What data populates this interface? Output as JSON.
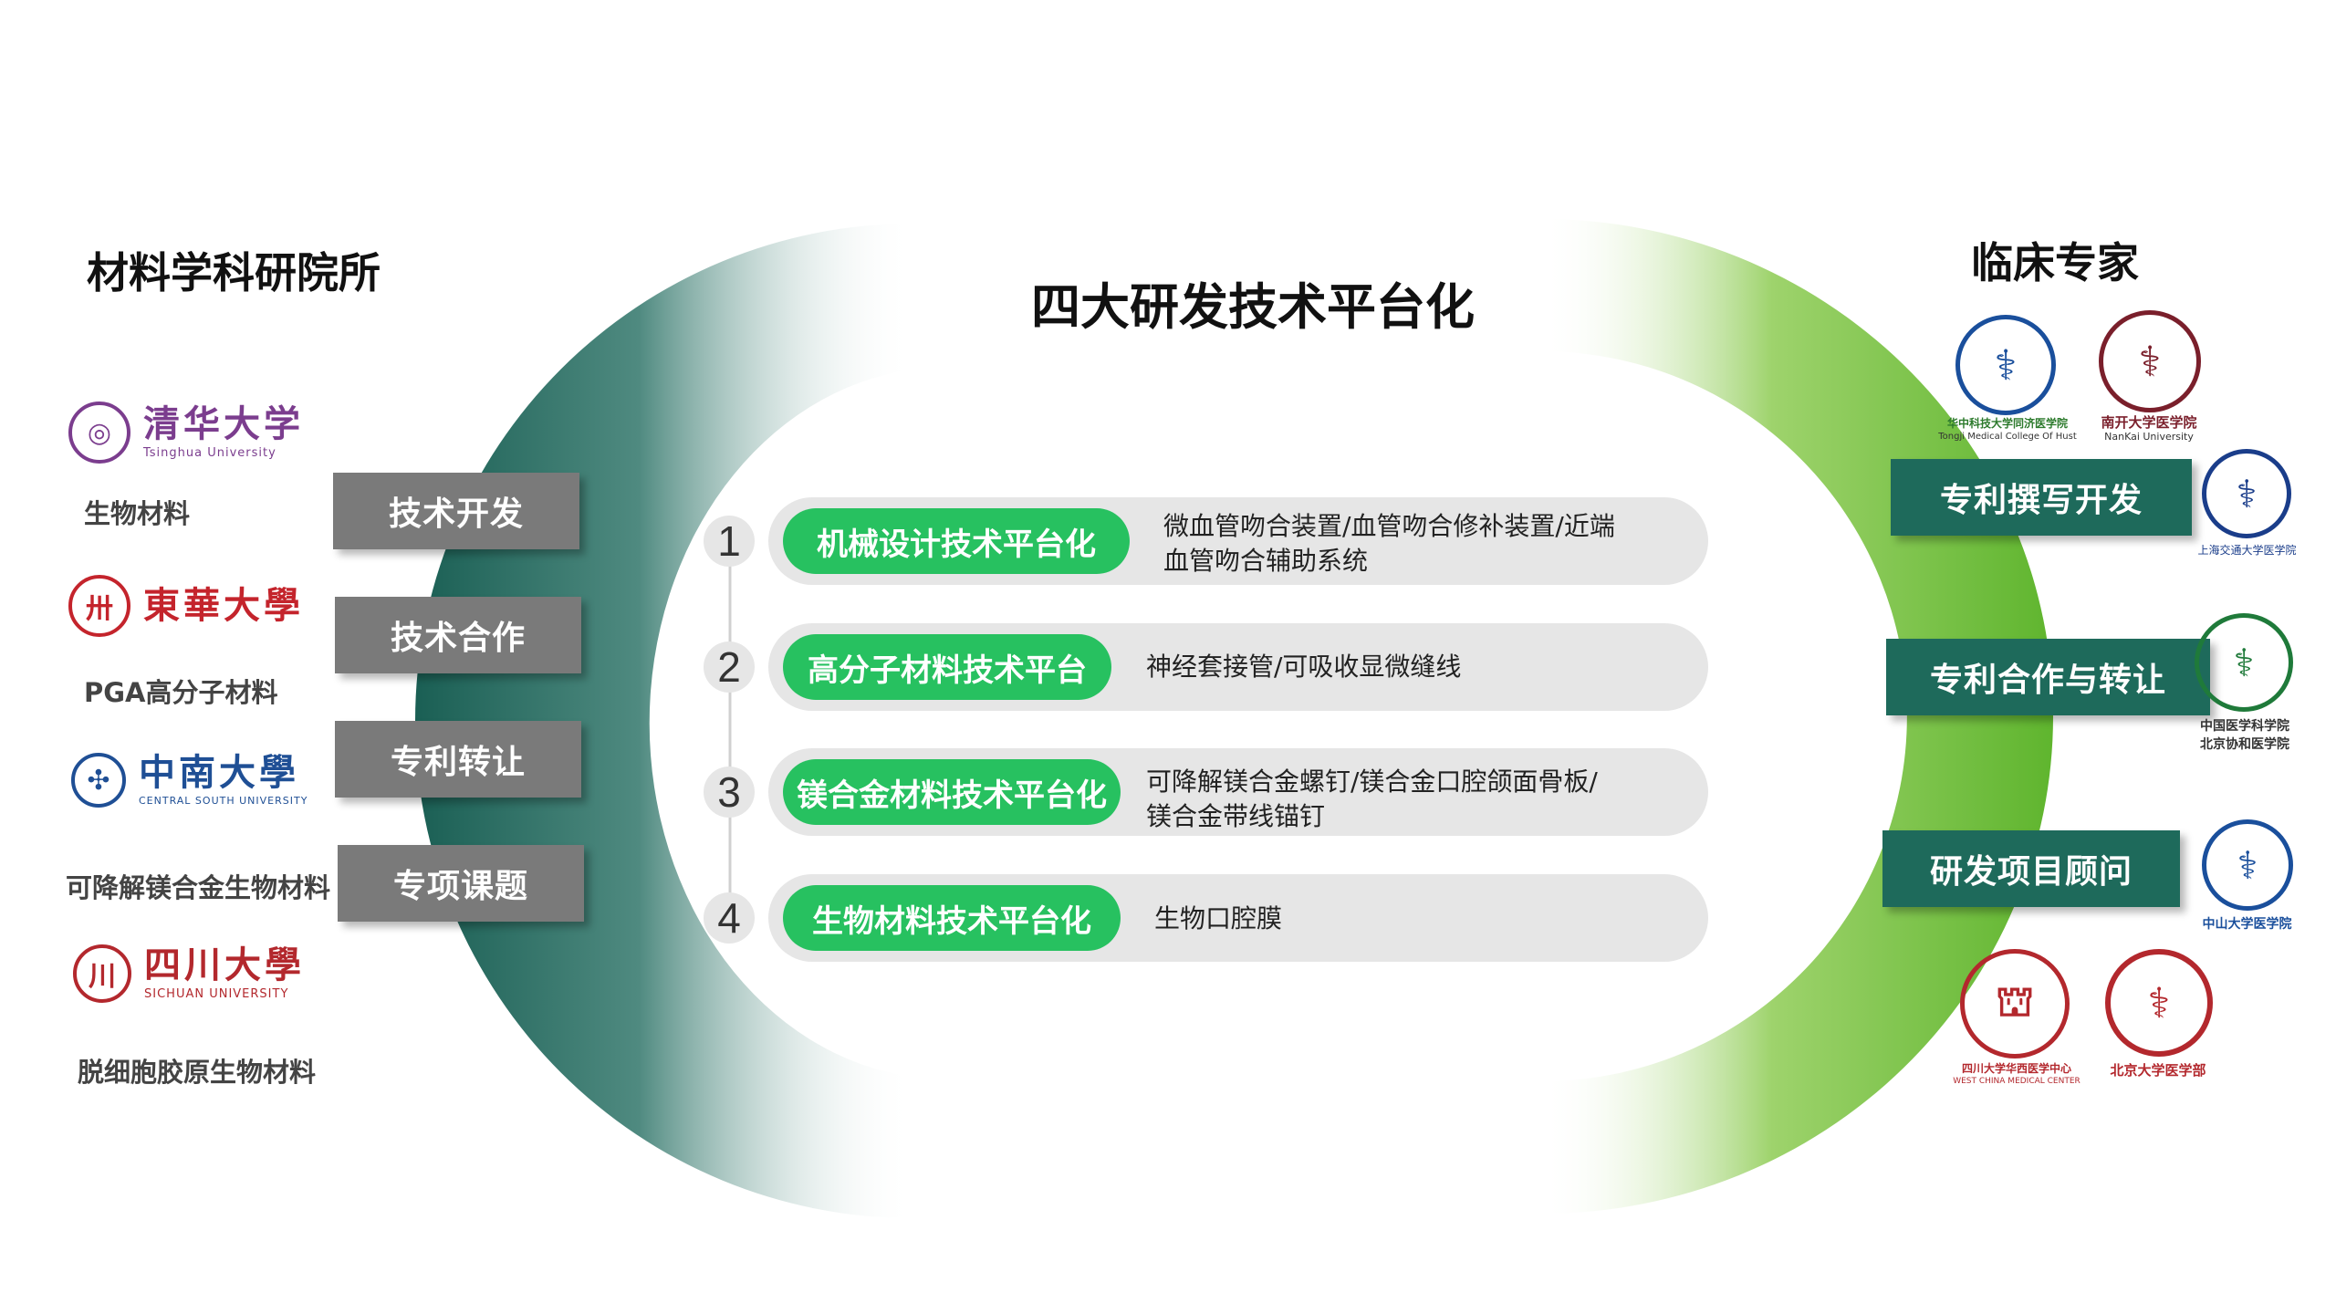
{
  "left": {
    "title": "材料学科研院所",
    "universities": [
      {
        "cn": "清华大学",
        "en": "Tsinghua University",
        "caption": "生物材料",
        "color": "#7b3d8e"
      },
      {
        "cn": "東華大學",
        "en": "",
        "caption": "PGA高分子材料",
        "color": "#c4242c"
      },
      {
        "cn": "中南大學",
        "en": "CENTRAL SOUTH UNIVERSITY",
        "caption": "可降解镁合金生物材料",
        "color": "#1f4f95"
      },
      {
        "cn": "四川大學",
        "en": "SICHUAN UNIVERSITY",
        "caption": "脱细胞胶原生物材料",
        "color": "#b3282d"
      }
    ],
    "tags": [
      "技术开发",
      "技术合作",
      "专利转让",
      "专项课题"
    ]
  },
  "center": {
    "title": "四大研发技术平台化",
    "platforms": [
      {
        "num": "1",
        "name": "机械设计技术平台化",
        "desc_line1": "微血管吻合装置/血管吻合修补装置/近端",
        "desc_line2": "血管吻合辅助系统"
      },
      {
        "num": "2",
        "name": "高分子材料技术平台",
        "desc_line1": "神经套接管/可吸收显微缝线",
        "desc_line2": ""
      },
      {
        "num": "3",
        "name": "镁合金材料技术平台化",
        "desc_line1": "可降解镁合金螺钉/镁合金口腔颌面骨板/",
        "desc_line2": "镁合金带线锚钉"
      },
      {
        "num": "4",
        "name": "生物材料技术平台化",
        "desc_line1": "生物口腔膜",
        "desc_line2": ""
      }
    ]
  },
  "right": {
    "title": "临床专家",
    "tags": [
      "专利撰写开发",
      "专利合作与转让",
      "研发项目顾问"
    ],
    "experts": [
      {
        "caption1": "华中科技大学同济医学院",
        "caption2": "Tongji Medical College Of Hust",
        "color": "#1a4f9c"
      },
      {
        "caption1": "南开大学医学院",
        "caption2": "NanKai University",
        "color": "#7a1f2b"
      },
      {
        "caption1": "上海交通大学医学院",
        "caption2": "",
        "color": "#1a3d8a"
      },
      {
        "caption1": "中国医学科学院",
        "caption2": "北京协和医学院",
        "color": "#1f7a3a"
      },
      {
        "caption1": "中山大学医学院",
        "caption2": "",
        "color": "#1a4f9c"
      },
      {
        "caption1": "四川大学华西医学中心",
        "caption2": "WEST CHINA MEDICAL CENTER",
        "color": "#b3282d"
      },
      {
        "caption1": "北京大学医学部",
        "caption2": "",
        "color": "#b3282d"
      }
    ]
  },
  "colors": {
    "teal": "#1e6a5b",
    "green_pill": "#27c160",
    "green_arc": "#6cbf3c",
    "grey_tag": "#7a7a7a"
  }
}
